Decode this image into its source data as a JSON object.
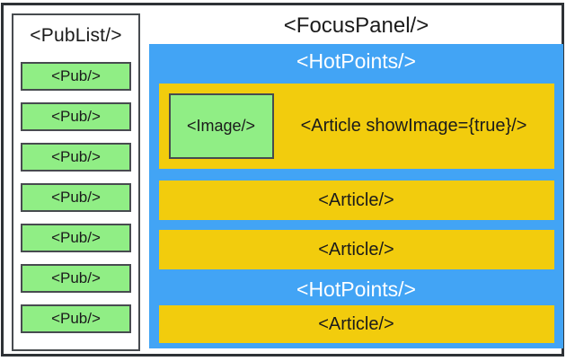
{
  "publist": {
    "title": "<PubList/>",
    "pubs": [
      "<Pub/>",
      "<Pub/>",
      "<Pub/>",
      "<Pub/>",
      "<Pub/>",
      "<Pub/>",
      "<Pub/>"
    ]
  },
  "focuspanel": {
    "title": "<FocusPanel/>",
    "hotpoints": [
      {
        "title": "<HotPoints/>",
        "featured_article": {
          "image_label": "<Image/>",
          "label": "<Article showImage={true}/>"
        },
        "articles": [
          "<Article/>",
          "<Article/>"
        ]
      },
      {
        "title": "<HotPoints/>",
        "articles": [
          "<Article/>"
        ]
      }
    ]
  },
  "colors": {
    "hotpoints_blue": "#42a4f5",
    "article_yellow": "#f2cc0d",
    "pub_green": "#90ee85",
    "border_dark": "#474b4f",
    "figure_border": "#2e3236",
    "hotpoints_text": "#ffffff",
    "label_text": "#1b1b1b"
  }
}
